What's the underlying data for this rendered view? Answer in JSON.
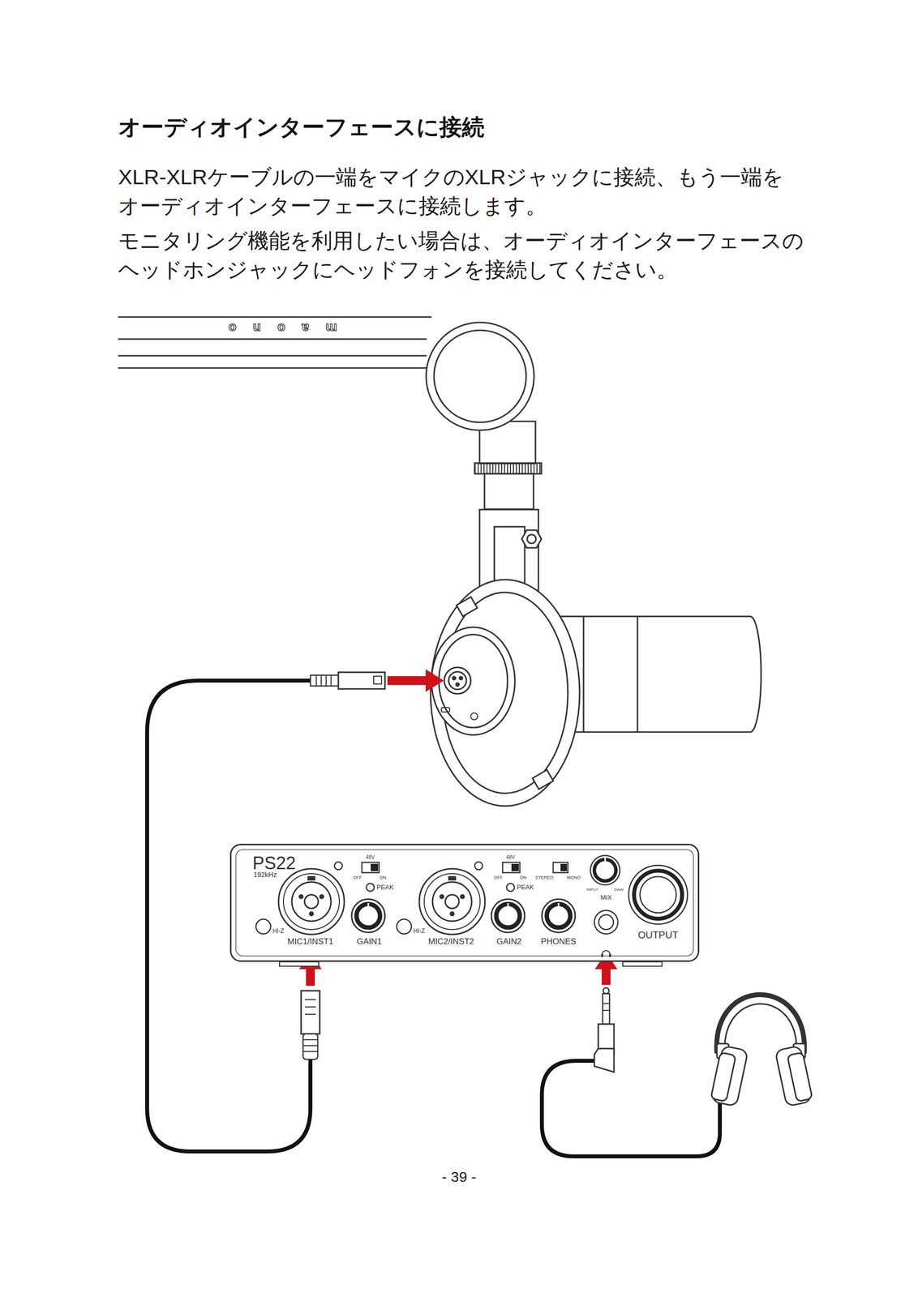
{
  "diagram": {
    "title": "オーディオインターフェースに接続",
    "nodes": [
      {
        "text": [
          "PS22",
          "192kHz",
          "48V",
          "OFF",
          "ON",
          "PEAK",
          "HI-Z",
          "MIC1/INST1",
          "GAIN1",
          "48V",
          "OFF",
          "ON",
          "PEAK",
          "HI-Z",
          "MIC2/INST2",
          "GAIN2",
          "STEREO",
          "MONO",
          "INPUT",
          "DAW",
          "MIX",
          "PHONES",
          "OUTPUT"
        ]
      }
    ],
    "labels": [
      "XLR-XLRケーブルの一端をマイクのXLRジャックに接続、もう一端を オーディオインターフェースに接続します。",
      "モニタリング機能を利用したい場合は、オーディオインターフェースの ヘッドホンジャックにヘッドフォンを接続してください。",
      "maono",
      "- 39 -"
    ]
  }
}
